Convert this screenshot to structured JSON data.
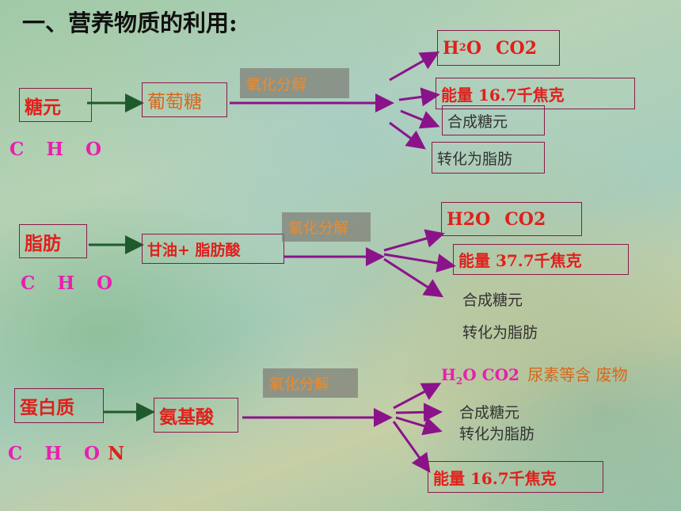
{
  "title": "一、营养物质的利用:",
  "process_label": "氧化分解",
  "sections": {
    "sugar": {
      "source": "糖元",
      "elements": "C H O",
      "intermediate": "葡萄糖",
      "out_h2o_h": "H",
      "out_h2o_sub": "2",
      "out_h2o_o": "O",
      "out_co2": "CO2",
      "energy": "能量 16.7千焦克",
      "synth": "合成糖元",
      "convert": "转化为脂肪"
    },
    "fat": {
      "source": "脂肪",
      "elements": "C H O",
      "intermediate": "甘油+ 脂肪酸",
      "out_h2o": "H2O",
      "out_co2": "CO2",
      "energy": "能量 37.7千焦克",
      "synth": "合成糖元",
      "convert": "转化为脂肪"
    },
    "protein": {
      "source": "蛋白质",
      "elements_cho": "C H O",
      "elements_n": "N",
      "intermediate": "氨基酸",
      "out_h": "H",
      "out_sub": "2",
      "out_o_co2": "O CO2",
      "out_waste": "尿素等含 废物",
      "synth": "合成糖元",
      "convert": "转化为脂肪",
      "energy": "能量 16.7千焦克"
    }
  },
  "colors": {
    "box_border": "#8a1a4a",
    "arrow_green": "#1f5a2c",
    "arrow_purple": "#8a138a",
    "text_red": "#e0201c",
    "text_pink": "#e81fb0",
    "label_orange": "#f08a2a"
  }
}
